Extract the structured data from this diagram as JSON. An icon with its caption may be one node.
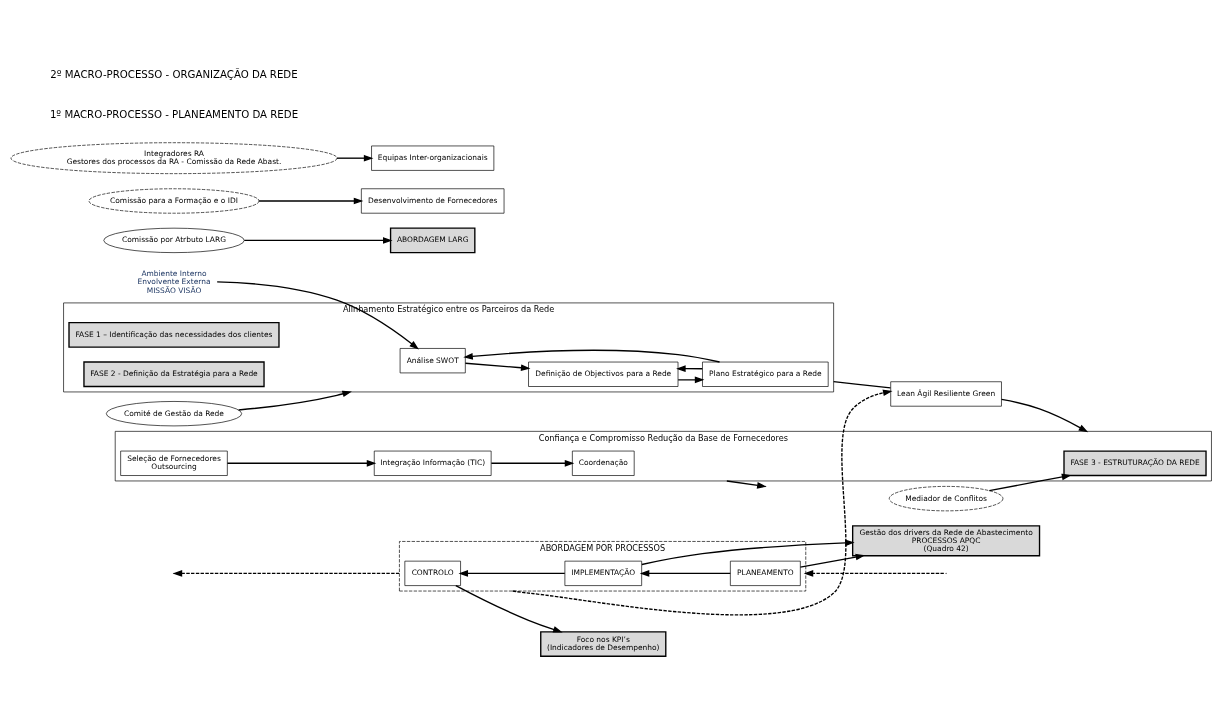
{
  "diagram": {
    "nodes": [
      {
        "text": [
          "Ambiente Interno",
          "Envolvente Externa",
          "MISSÃO VISÃO"
        ]
      },
      {
        "text": [
          "Alinhamento Estratégico entre os Parceiros da Rede"
        ]
      },
      {
        "text": [
          "FASE 1 – Identificação das necessidades dos clientes"
        ],
        "in": 1
      },
      {
        "text": [
          "FASE 2 - Definição da Estratégia para a Rede"
        ],
        "in": 1
      },
      {
        "text": [
          "Análise SWOT"
        ],
        "in": 1
      },
      {
        "text": [
          "Definição de Objectivos para a Rede"
        ],
        "in": 1
      },
      {
        "text": [
          "Plano Estratégico para a Rede"
        ],
        "in": 1
      },
      {
        "text": [
          "Comissão por Atrbuto LARG"
        ]
      },
      {
        "text": [
          "ABORDAGEM LARG"
        ]
      },
      {
        "text": [
          "Lean Ágil Resiliente Green"
        ]
      },
      {
        "text": [
          "Mediador de Conflitos"
        ]
      },
      {
        "text": [
          "Comissão para a Formação e o IDI"
        ]
      },
      {
        "text": [
          "Confiança e Compromisso Redução da Base de Fornecedores"
        ]
      },
      {
        "text": [
          "FASE 3 - ESTRUTURAÇÃO DA REDE"
        ],
        "in": 12
      },
      {
        "text": [
          "Seleção de Fornecedores",
          "Outsourcing"
        ],
        "in": 12
      },
      {
        "text": [
          "Integração Informação (TIC)"
        ],
        "in": 12
      },
      {
        "text": [
          "Coordenação"
        ],
        "in": 12
      },
      {
        "text": [
          "Desenvolvimento de Fornecedores"
        ]
      },
      {
        "text": [
          "Equipas Inter-organizacionais"
        ]
      },
      {
        "text": [
          "Comité de Gestão da Rede"
        ]
      },
      {
        "text": [
          "Integradores RA",
          "Gestores dos processos da RA - Comissão da Rede Abast."
        ]
      },
      {
        "text": [
          "ABORDAGEM POR PROCESSOS"
        ]
      },
      {
        "text": [
          "CONTROLO"
        ],
        "in": 21
      },
      {
        "text": [
          "IMPLEMENTAÇÃO"
        ],
        "in": 21
      },
      {
        "text": [
          "PLANEAMENTO"
        ],
        "in": 21
      },
      {
        "text": [
          "Foco nos KPI’s",
          "(Indicadores de Desempenho)"
        ]
      },
      {
        "text": [
          "Gestão dos drivers da Rede de Abastecimento",
          "PROCESSOS APQC",
          "(Quadro 42)"
        ]
      }
    ],
    "edges": [
      {
        "from": 0,
        "to": 4,
        "arrow": "to"
      },
      {
        "from": 4,
        "to": 5,
        "arrow": "to"
      },
      {
        "from": 5,
        "to": 6,
        "arrow": "to"
      },
      {
        "from": 6,
        "to": 5,
        "arrow": "to"
      },
      {
        "from": 6,
        "to": 4,
        "arrow": "to"
      },
      {
        "from": 19,
        "to": 1,
        "arrow": "to"
      },
      {
        "from": 1,
        "to": 9,
        "arrow": "none"
      },
      {
        "from": 7,
        "to": 8,
        "arrow": "to"
      },
      {
        "from": 9,
        "to": 12,
        "arrow": "to"
      },
      {
        "from": 10,
        "to": 13,
        "arrow": "to"
      },
      {
        "from": 14,
        "to": 15,
        "arrow": "to"
      },
      {
        "from": 15,
        "to": 16,
        "arrow": "to"
      },
      {
        "from": 12,
        "to": null,
        "arrow": "to"
      },
      {
        "from": 11,
        "to": 17,
        "arrow": "to"
      },
      {
        "from": 20,
        "to": 18,
        "arrow": "to"
      },
      {
        "from": 21,
        "to": 9,
        "arrow": "to",
        "style": "dashed"
      },
      {
        "from": 21,
        "to": null,
        "arrow": "to",
        "style": "dashed"
      },
      {
        "from": null,
        "to": 21,
        "arrow": "to",
        "style": "dashed"
      },
      {
        "from": 24,
        "to": 23,
        "arrow": "to"
      },
      {
        "from": 23,
        "to": 22,
        "arrow": "to"
      },
      {
        "from": 22,
        "to": 25,
        "arrow": "to"
      },
      {
        "from": 23,
        "to": 26,
        "arrow": "to"
      },
      {
        "from": 24,
        "to": 26,
        "arrow": "to"
      }
    ],
    "labels": [
      "1º MACRO-PROCESSO - PLANEAMENTO DA REDE",
      "2º MACRO-PROCESSO - ORGANIZAÇÃO DA REDE"
    ]
  }
}
